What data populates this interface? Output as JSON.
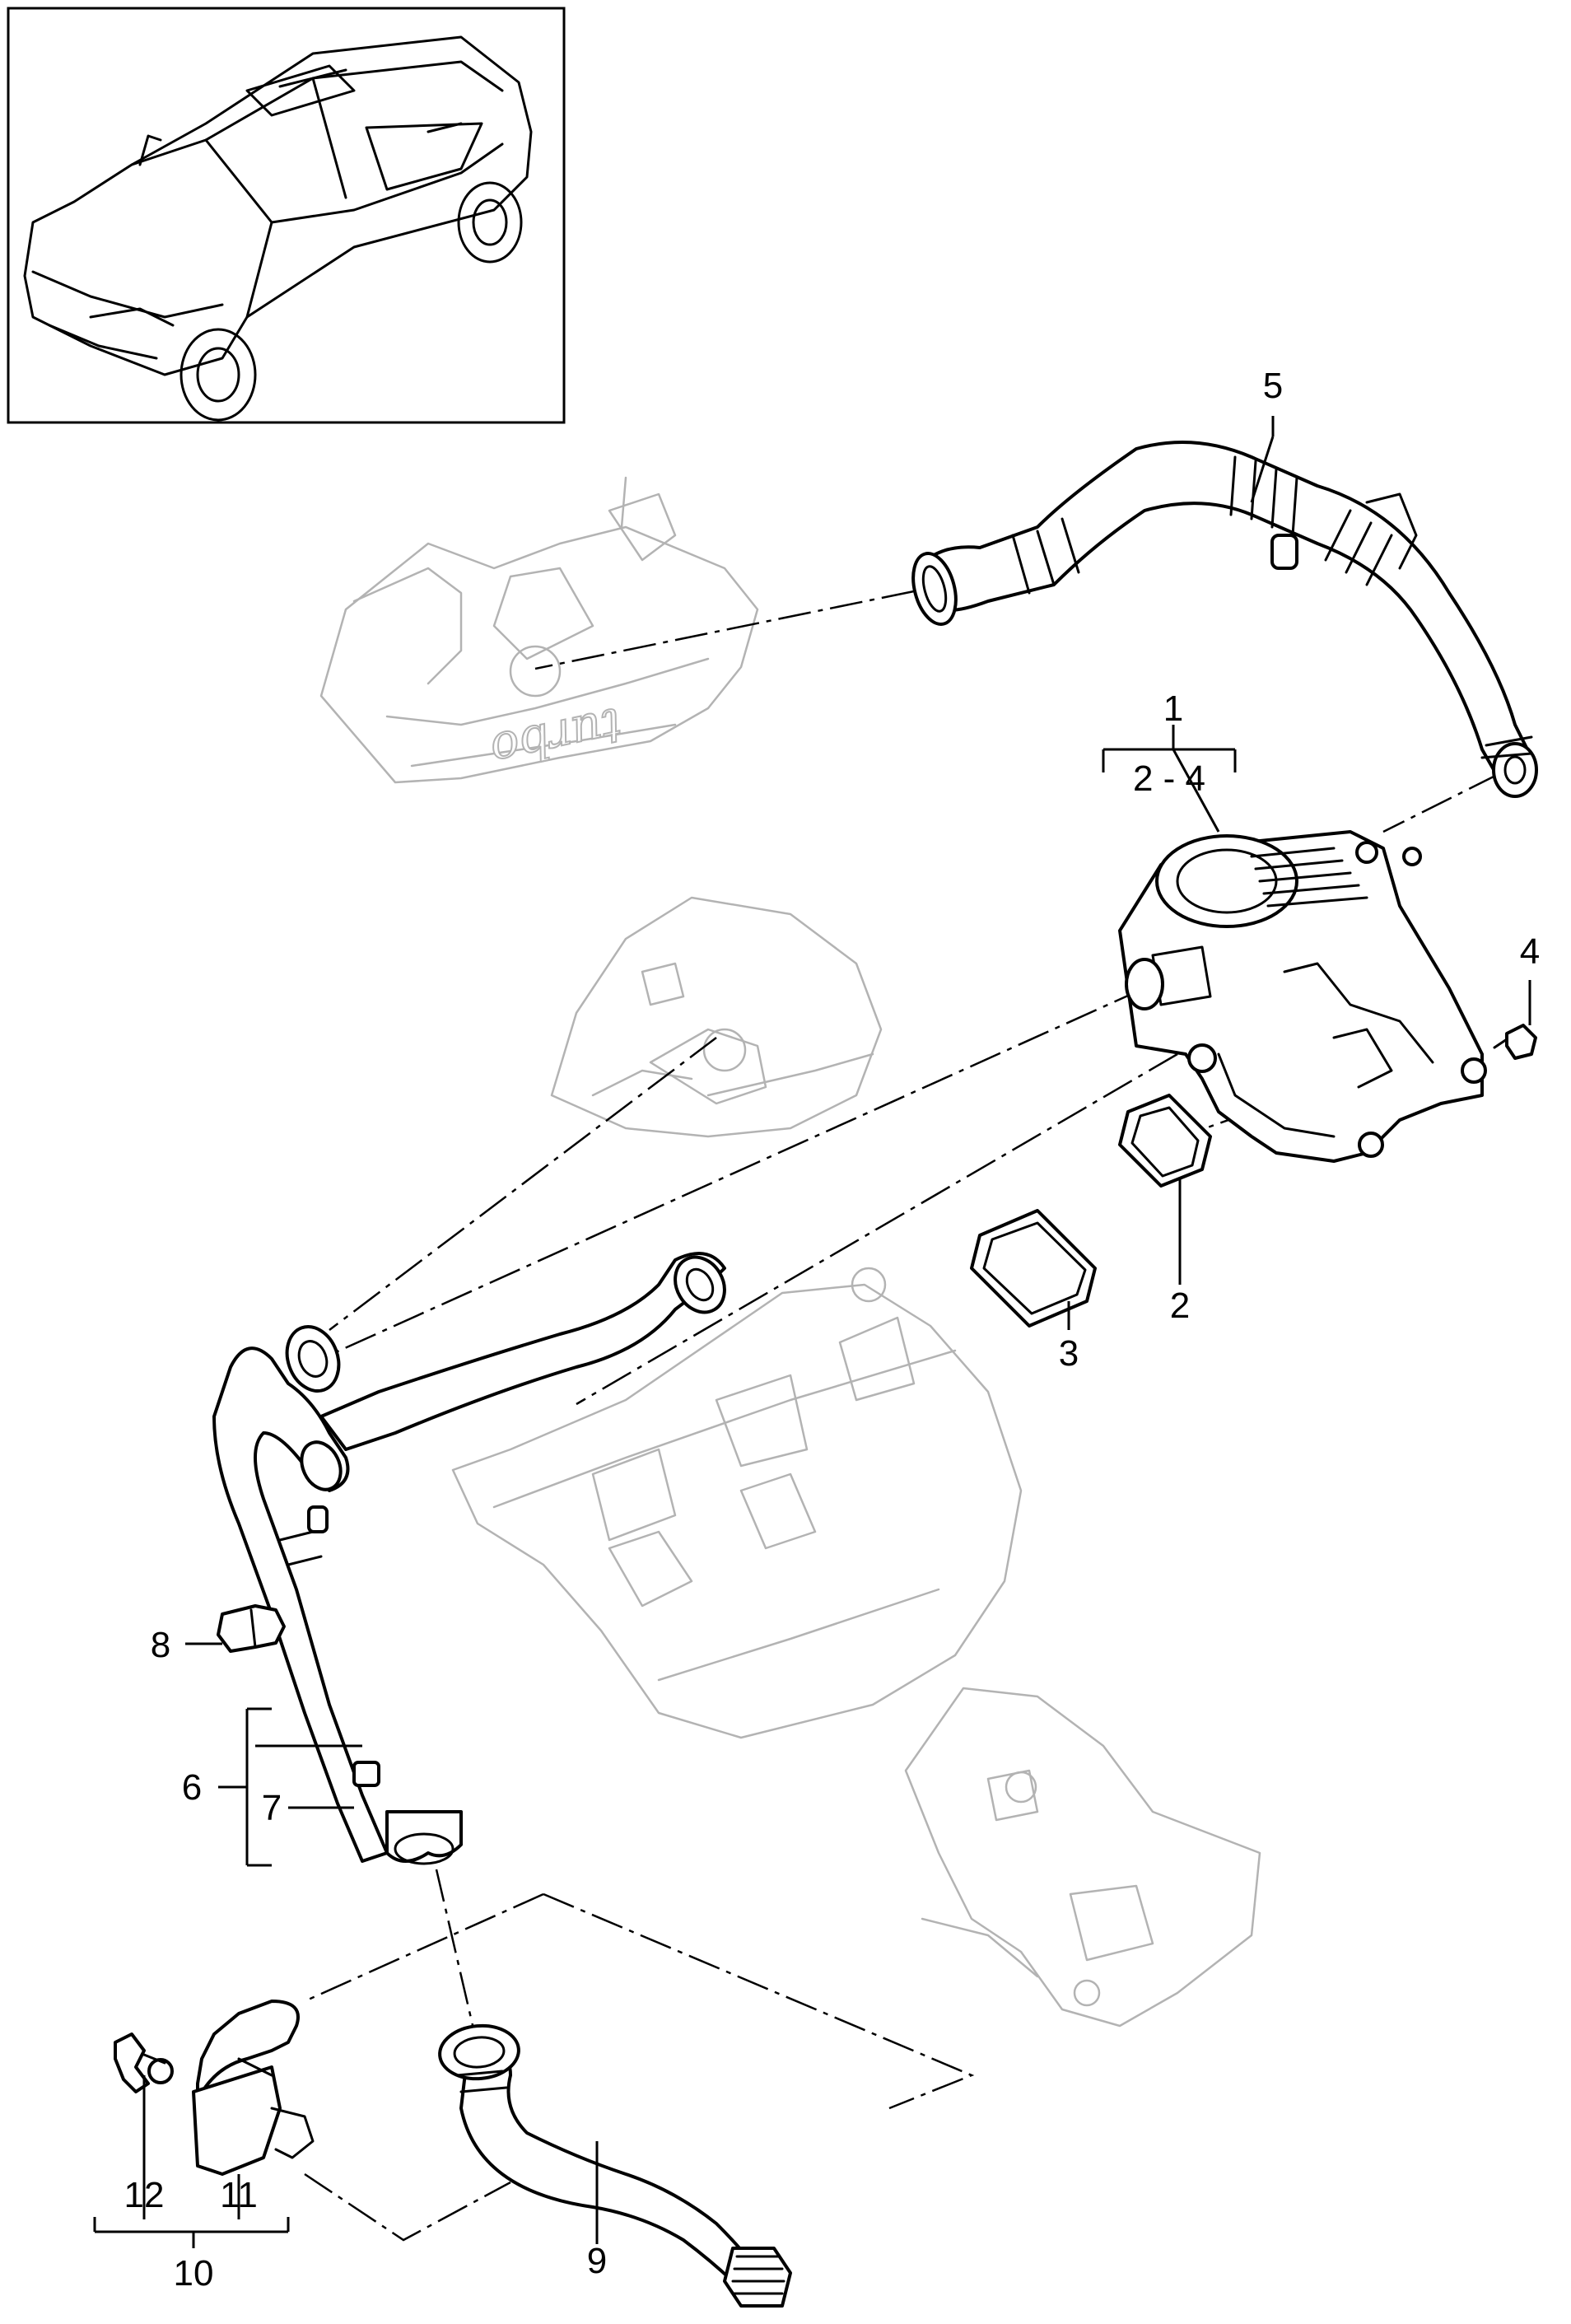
{
  "colors": {
    "line": "#000000",
    "background": "#ffffff",
    "ghost_line": "#b3b3b3"
  },
  "callouts": {
    "c1": "1",
    "c2_4": "2 - 4",
    "c2": "2",
    "c3": "3",
    "c4": "4",
    "c5": "5",
    "c6": "6",
    "c7": "7",
    "c8": "8",
    "c9": "9",
    "c10": "10",
    "c11": "11",
    "c12": "12"
  },
  "engraving": "turbo"
}
